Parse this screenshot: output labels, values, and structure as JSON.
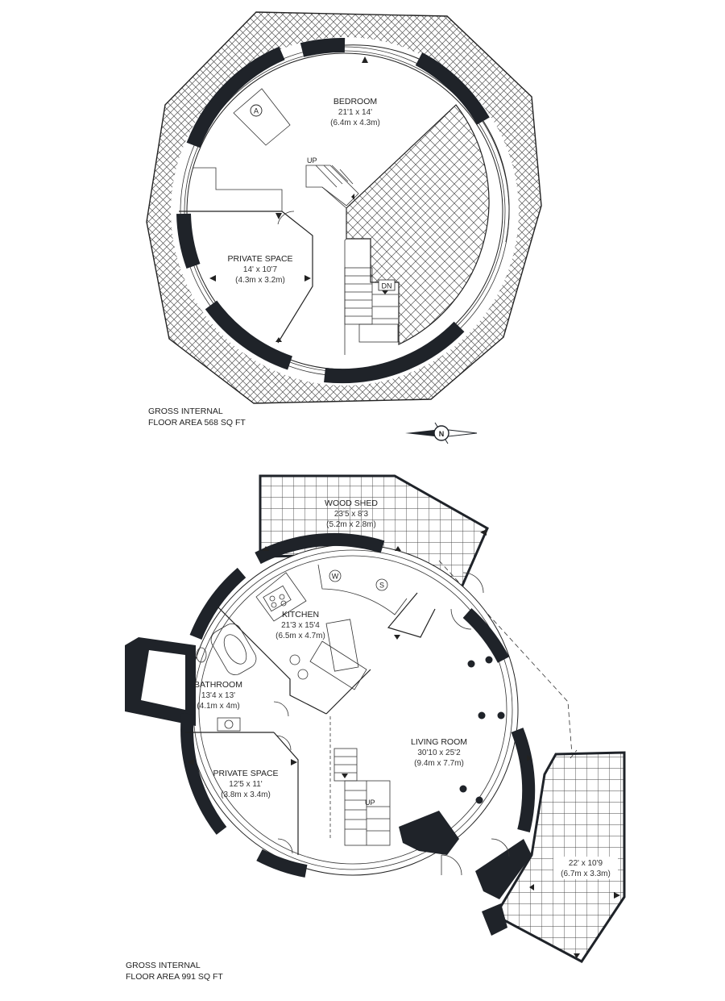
{
  "upper_floor": {
    "rooms": [
      {
        "name": "BEDROOM",
        "size_imperial": "21'1 x 14'",
        "size_metric": "(6.4m x 4.3m)"
      },
      {
        "name": "PRIVATE SPACE",
        "size_imperial": "14' x 10'7",
        "size_metric": "(4.3m x 3.2m)"
      }
    ],
    "stair_up": "UP",
    "stair_down": "DN",
    "appliance_a": "A",
    "gross_area_line1": "GROSS INTERNAL",
    "gross_area_line2": "FLOOR AREA 568 SQ FT"
  },
  "compass": {
    "letter": "N"
  },
  "ground_floor": {
    "rooms": [
      {
        "name": "WOOD SHED",
        "size_imperial": "23'5 x 8'3",
        "size_metric": "(5.2m x 2.8m)"
      },
      {
        "name": "KITCHEN",
        "size_imperial": "21'3 x 15'4",
        "size_metric": "(6.5m x 4.7m)"
      },
      {
        "name": "BATHROOM",
        "size_imperial": "13'4 x 13'",
        "size_metric": "(4.1m x 4m)"
      },
      {
        "name": "LIVING ROOM",
        "size_imperial": "30'10 x 25'2",
        "size_metric": "(9.4m x 7.7m)"
      },
      {
        "name": "PRIVATE SPACE",
        "size_imperial": "12'5 x 11'",
        "size_metric": "(3.8m x 3.4m)"
      }
    ],
    "terrace": {
      "size_imperial": "22' x 10'9",
      "size_metric": "(6.7m x 3.3m)"
    },
    "washer": "W",
    "sink": "S",
    "stair_up": "UP",
    "gross_area_line1": "GROSS INTERNAL",
    "gross_area_line2": "FLOOR AREA 991 SQ FT"
  }
}
